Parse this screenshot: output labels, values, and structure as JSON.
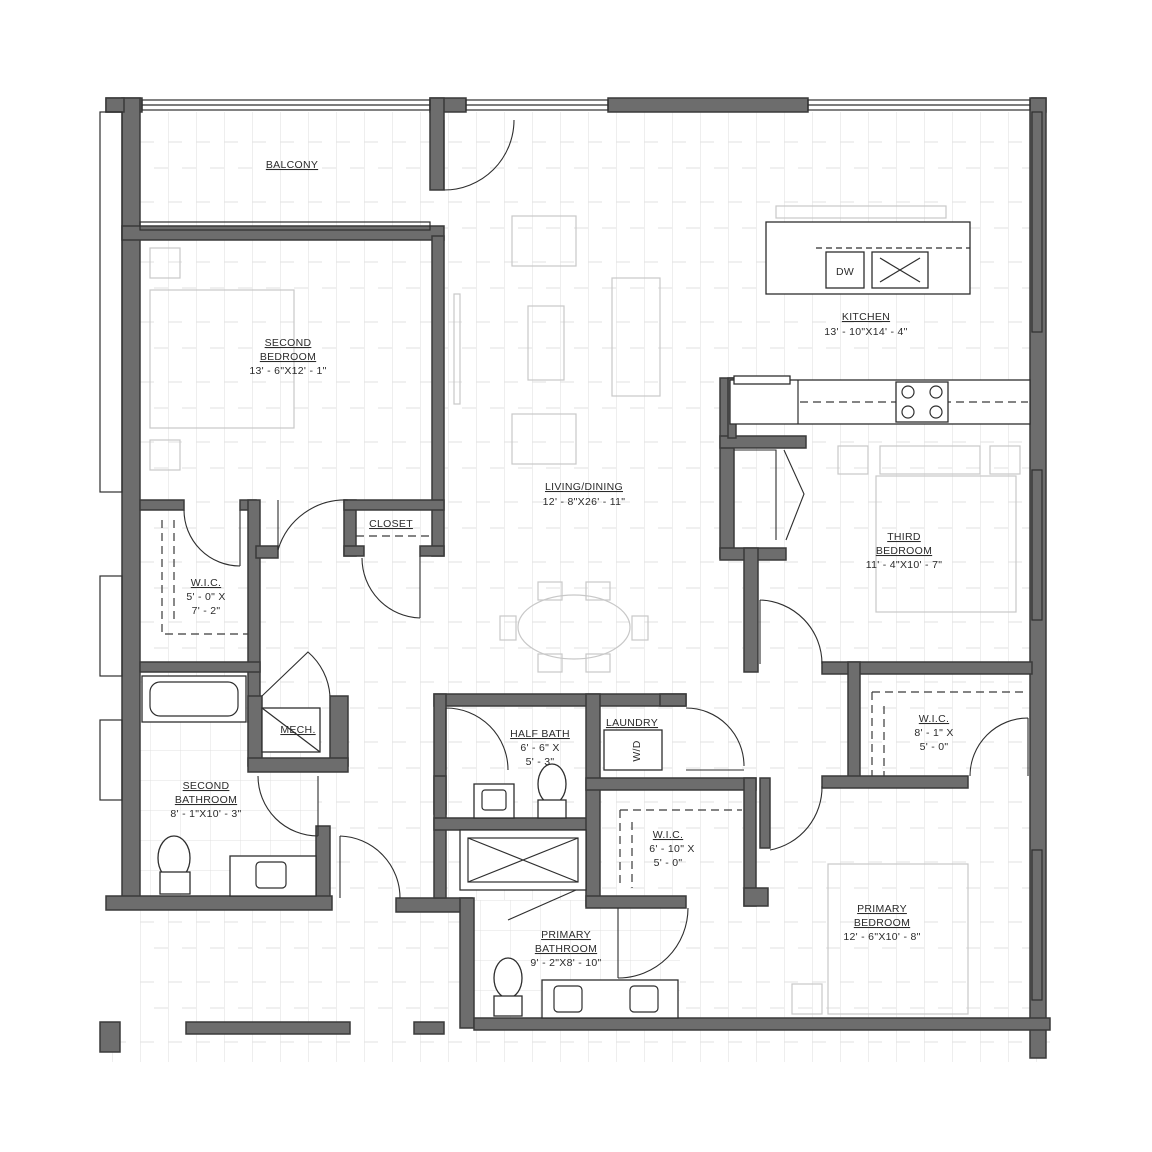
{
  "rooms": {
    "balcony": {
      "name": "BALCONY"
    },
    "kitchen": {
      "name": "KITCHEN",
      "size": "13' - 10\"X14' - 4\"",
      "appliance_label": "DW"
    },
    "second_bedroom": {
      "name_line1": "SECOND",
      "name_line2": "BEDROOM",
      "size": "13' - 6\"X12' - 1\""
    },
    "living_dining": {
      "name": "LIVING/DINING",
      "size": "12' - 8\"X26' - 11\""
    },
    "closet": {
      "name": "CLOSET"
    },
    "third_bedroom": {
      "name_line1": "THIRD",
      "name_line2": "BEDROOM",
      "size": "11' - 4\"X10' - 7\""
    },
    "wic_left": {
      "name": "W.I.C.",
      "size_line1": "5' - 0\" X",
      "size_line2": "7' - 2\""
    },
    "wic_right": {
      "name": "W.I.C.",
      "size_line1": "8' - 1\" X",
      "size_line2": "5' - 0\""
    },
    "mech": {
      "name": "MECH."
    },
    "half_bath": {
      "name": "HALF BATH",
      "size_line1": "6' - 6\" X",
      "size_line2": "5' - 3\""
    },
    "laundry": {
      "name": "LAUNDRY",
      "appliance_label": "W/D"
    },
    "second_bathroom": {
      "name_line1": "SECOND",
      "name_line2": "BATHROOM",
      "size": "8' - 1\"X10' - 3\""
    },
    "wic_center": {
      "name": "W.I.C.",
      "size_line1": "6' - 10\" X",
      "size_line2": "5' - 0\""
    },
    "primary_bathroom": {
      "name_line1": "PRIMARY",
      "name_line2": "BATHROOM",
      "size": "9' - 2\"X8' - 10\""
    },
    "primary_bedroom": {
      "name_line1": "PRIMARY",
      "name_line2": "BEDROOM",
      "size": "12' - 6\"X10' - 8\""
    }
  },
  "colors": {
    "wall": "#6d6d6d",
    "line": "#2e2e2e",
    "furniture": "#c8c8c8",
    "background": "#ffffff"
  }
}
